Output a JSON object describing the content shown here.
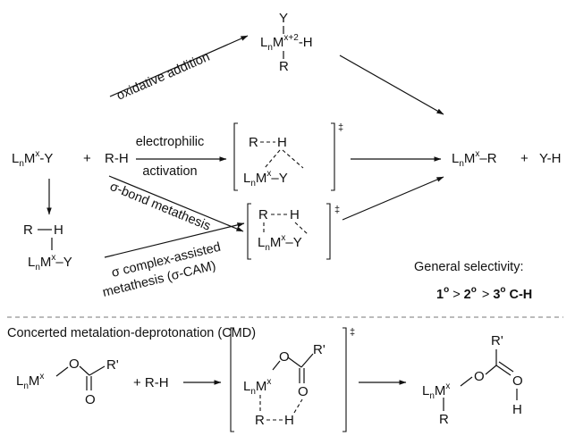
{
  "reactants": {
    "complex": [
      "L",
      "n",
      "M",
      "x",
      "-Y"
    ],
    "plus": "+",
    "substrate": "R-H"
  },
  "products": {
    "complex": [
      "L",
      "n",
      "M",
      "x",
      "–R"
    ],
    "plus": "+",
    "byproduct": "Y-H"
  },
  "oxidative_addition": {
    "label": "oxidative addition",
    "top": "Y",
    "center": [
      "L",
      "n",
      "M",
      "x+2",
      "-H"
    ],
    "bottom": "R"
  },
  "electrophilic": {
    "label_line1": "electrophilic",
    "label_line2": "activation",
    "ts_top": [
      "R",
      "H"
    ],
    "ts_bottom": [
      "L",
      "n",
      "M",
      "x",
      "–Y"
    ],
    "dagger": "‡"
  },
  "sigma_bond_metathesis": {
    "label": "σ-bond metathesis",
    "ts_top": [
      "R",
      "H"
    ],
    "ts_bottom": [
      "L",
      "n",
      "M",
      "x",
      "–Y"
    ],
    "dagger": "‡"
  },
  "sigma_cam": {
    "label_line1": "σ complex-assisted",
    "label_line2": "metathesis (σ-CAM)",
    "complex_top": [
      "R",
      "H"
    ],
    "complex_bottom": [
      "L",
      "n",
      "M",
      "x",
      "–Y"
    ]
  },
  "selectivity": {
    "title": "General selectivity:",
    "order": [
      "1",
      "o",
      ">",
      "2",
      "o",
      ">",
      "3",
      "o",
      "C-H"
    ]
  },
  "cmd": {
    "title": "Concerted metalation-deprotonation (CMD)",
    "reactant_metal": [
      "L",
      "n",
      "M",
      "x"
    ],
    "atom_O": "O",
    "atom_Rprime": "R'",
    "plus_rh": "+ R-H",
    "ts_metal": [
      "L",
      "n",
      "M",
      "x"
    ],
    "ts_R": "R",
    "ts_H": "H",
    "dagger": "‡",
    "product_metal": [
      "L",
      "n",
      "M",
      "x"
    ],
    "product_R": "R",
    "product_H": "H"
  }
}
